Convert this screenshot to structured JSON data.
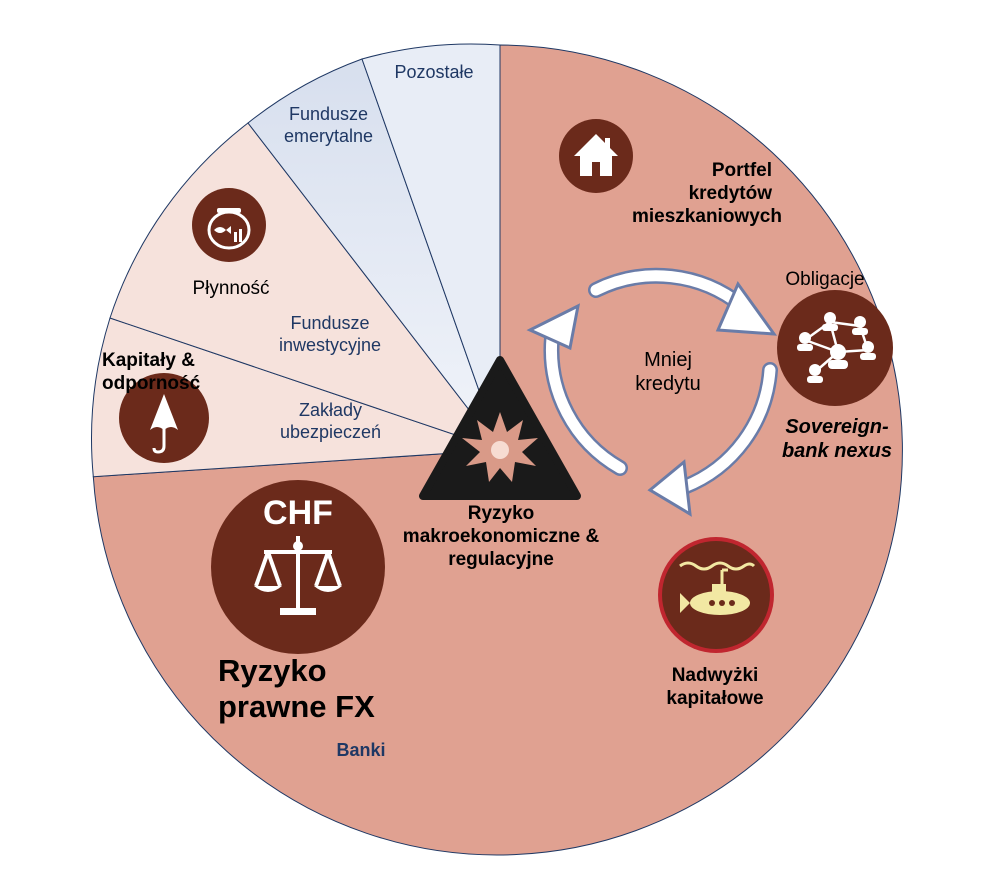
{
  "colors": {
    "banks_segment": "#e0a191",
    "light_rose_segment": "#f6e2dc",
    "light_blue_segment": "#e9eef7",
    "lighter_blue_segment": "#dfe6f2",
    "segment_border": "#1f3864",
    "icon_fill": "#6b2a1b",
    "submarine_ring": "#c0262f",
    "triangle_fill": "#1a1a1a"
  },
  "segments": {
    "pozostale": "Pozostałe",
    "fundusze_emerytalne": "Fundusze emerytalne",
    "fundusze_inwestycyjne": "Fundusze inwestycyjne",
    "zaklady_ubezpieczen": "Zakłady ubezpieczeń",
    "banki": "Banki"
  },
  "risks": {
    "plynnosc": "Płynność",
    "kapitaly": "Kapitały & odporność",
    "portfel": "Portfel kredytów mieszkaniowych",
    "obligacje": "Obligacje",
    "sovereign": "Sovereign-bank nexus",
    "nadwyzki": "Nadwyżki kapitałowe",
    "centre": "Ryzyko makroekonomiczne & regulacyjne",
    "fx_line1": "Ryzyko",
    "fx_line2": "prawne FX",
    "chf": "CHF"
  },
  "cycle": {
    "label": "Mniej kredytu"
  },
  "icons": {
    "house": "house-icon",
    "fishbowl": "fishbowl-icon",
    "umbrella": "umbrella-icon",
    "network": "network-icon",
    "submarine": "submarine-icon",
    "scales": "scales-icon",
    "explosion": "explosion-warning-icon"
  }
}
